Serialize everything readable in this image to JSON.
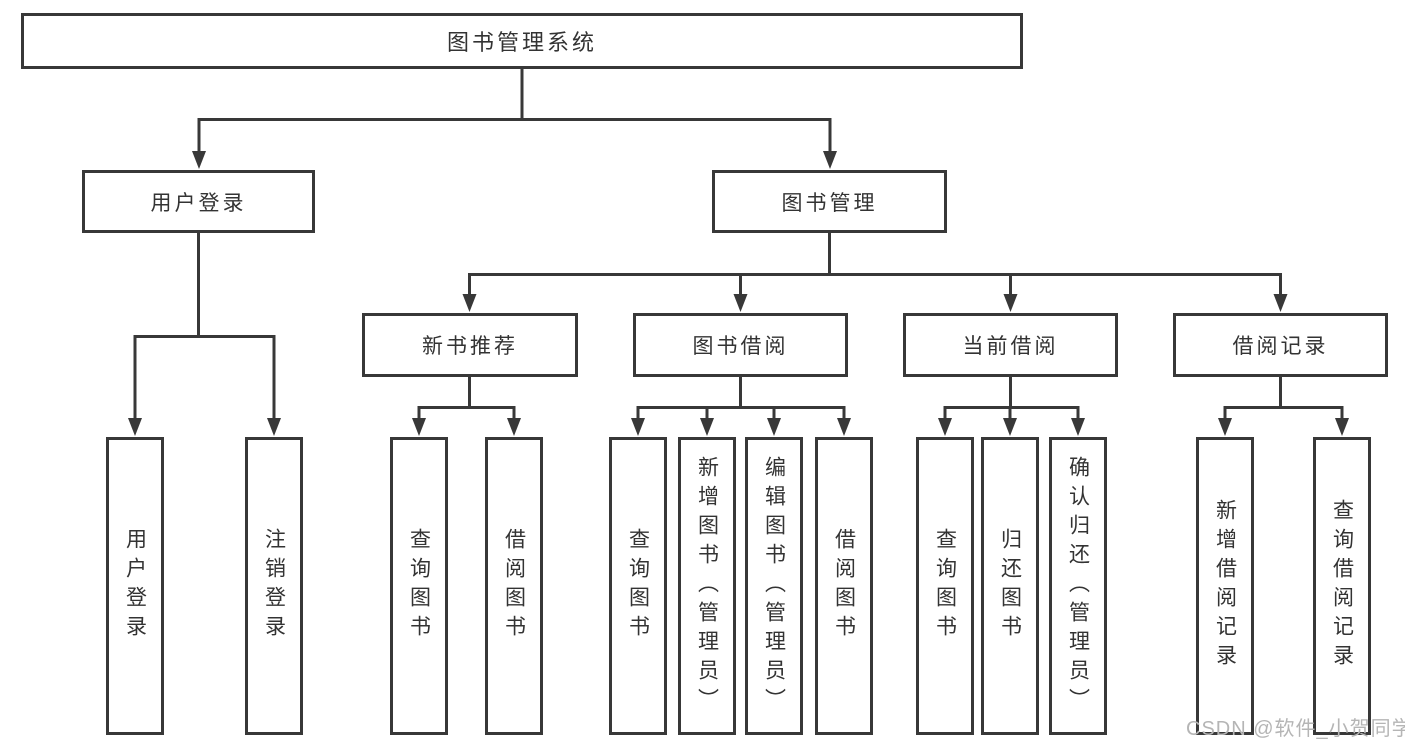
{
  "diagram": {
    "root": {
      "label": "图书管理系统"
    },
    "branches": [
      {
        "label": "用户登录",
        "leaves": [
          {
            "label": "用户登录"
          },
          {
            "label": "注销登录"
          }
        ]
      },
      {
        "label": "图书管理",
        "groups": [
          {
            "label": "新书推荐",
            "leaves": [
              {
                "label": "查询图书"
              },
              {
                "label": "借阅图书"
              }
            ]
          },
          {
            "label": "图书借阅",
            "leaves": [
              {
                "label": "查询图书"
              },
              {
                "label": "新增图书（管理员）"
              },
              {
                "label": "编辑图书（管理员）"
              },
              {
                "label": "借阅图书"
              }
            ]
          },
          {
            "label": "当前借阅",
            "leaves": [
              {
                "label": "查询图书"
              },
              {
                "label": "归还图书"
              },
              {
                "label": "确认归还（管理员）"
              }
            ]
          },
          {
            "label": "借阅记录",
            "leaves": [
              {
                "label": "新增借阅记录"
              },
              {
                "label": "查询借阅记录"
              }
            ]
          }
        ]
      }
    ],
    "watermark": "CSDN @软件_小贺同学",
    "colors": {
      "line": "#383838",
      "text": "#333333",
      "box_background": "#ffffff",
      "watermark": "#b5b5b5",
      "background": "#ffffff"
    }
  }
}
